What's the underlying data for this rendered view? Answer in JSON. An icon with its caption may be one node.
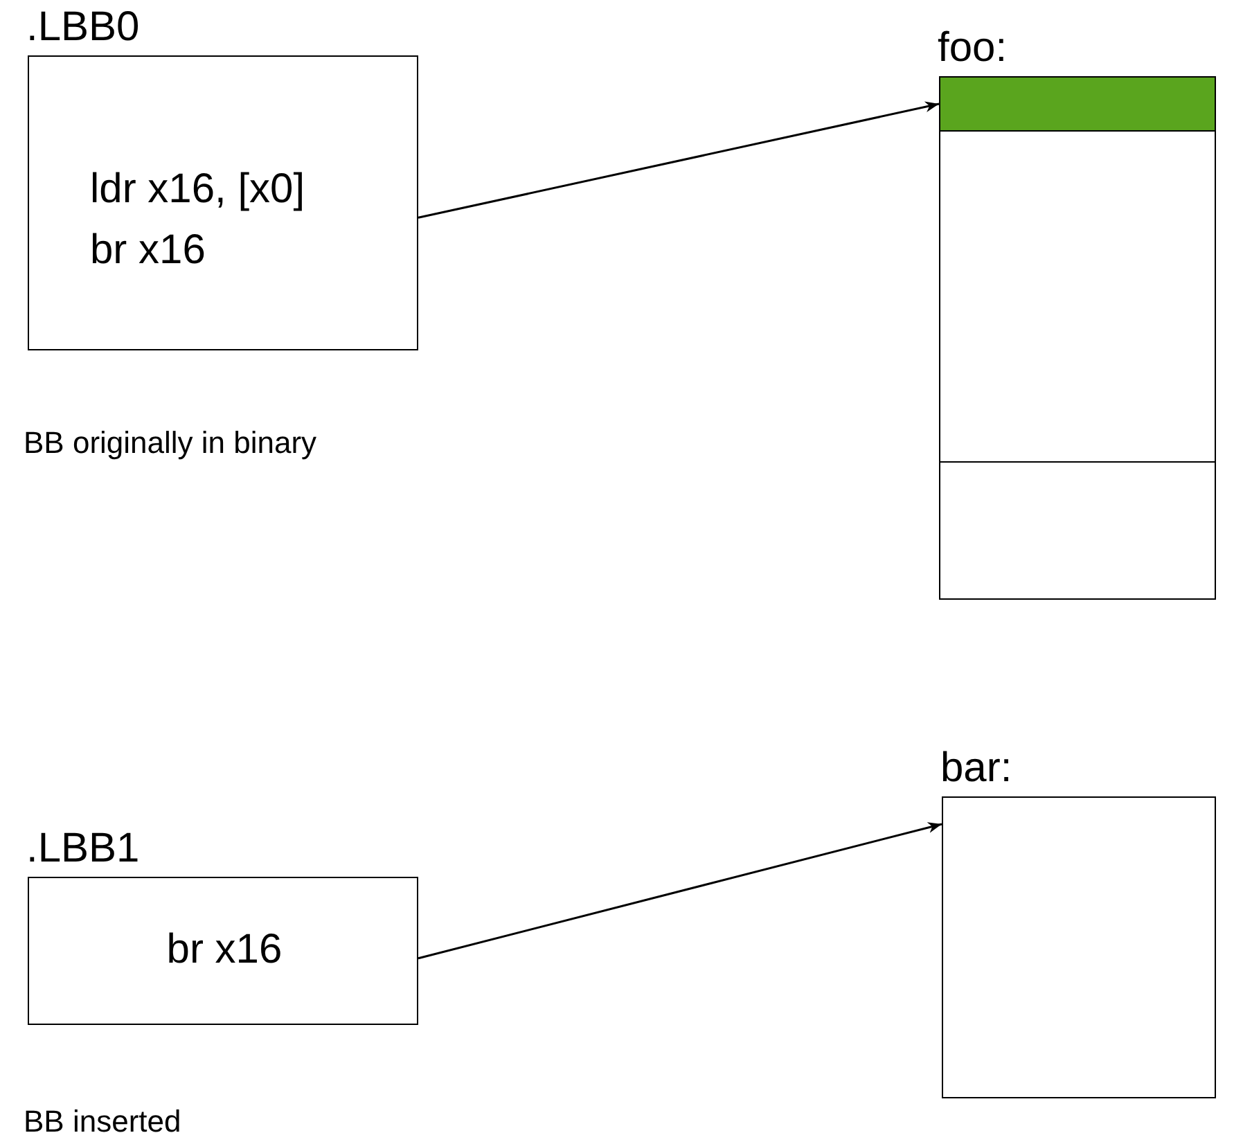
{
  "diagram": {
    "nodes": [
      {
        "text": [
          ".LBB0",
          "ldr x16, [x0] br x16"
        ],
        "beside": [
          "BB originally in binary"
        ]
      },
      {
        "text": [
          "foo:"
        ]
      },
      {
        "text": [],
        "shape": "bar",
        "in": 1
      },
      {
        "text": [],
        "shape": "box",
        "in": 1
      },
      {
        "text": [
          ".LBB1",
          "br x16"
        ],
        "beside": [
          "BB inserted"
        ]
      },
      {
        "text": [
          "bar:"
        ]
      }
    ],
    "edges": [
      {
        "from": 0,
        "to": 2,
        "arrow": "to"
      },
      {
        "from": 4,
        "to": 5,
        "arrow": "to"
      }
    ]
  }
}
